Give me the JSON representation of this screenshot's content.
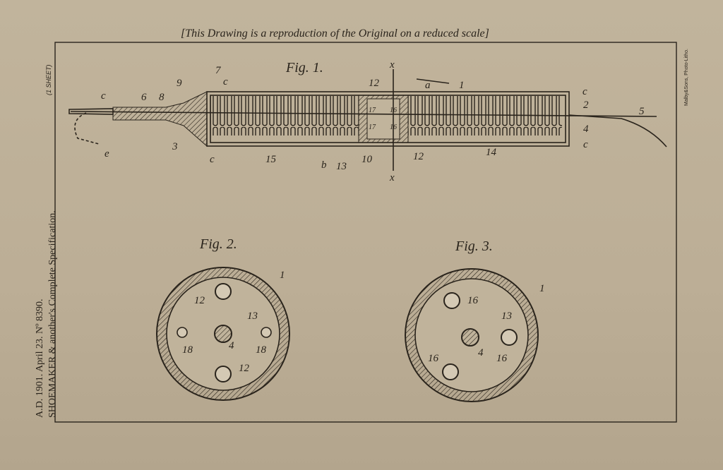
{
  "header": {
    "caption": "[This Drawing is a reproduction of the Original on a reduced scale]"
  },
  "margin": {
    "sheet_count": "(1 SHEET)",
    "line1": "A.D. 1901. April 23. Nº 8390.",
    "line2": "SHOEMAKER & another's Complete Specification.",
    "printer": "Malby&Sons, Photo-Litho."
  },
  "fig1": {
    "title": "Fig. 1.",
    "labels": [
      "c",
      "6",
      "8",
      "9",
      "7",
      "c",
      "12",
      "a",
      "1",
      "c",
      "2",
      "5",
      "4",
      "c",
      "14",
      "12",
      "10",
      "13",
      "b",
      "15",
      "c",
      "3",
      "e",
      "x",
      "x",
      "17",
      "16",
      "17",
      "16"
    ]
  },
  "fig2": {
    "title": "Fig. 2.",
    "labels": [
      "1",
      "12",
      "13",
      "18",
      "4",
      "18",
      "12"
    ]
  },
  "fig3": {
    "title": "Fig. 3.",
    "labels": [
      "16",
      "1",
      "13",
      "4",
      "16",
      "16"
    ]
  }
}
